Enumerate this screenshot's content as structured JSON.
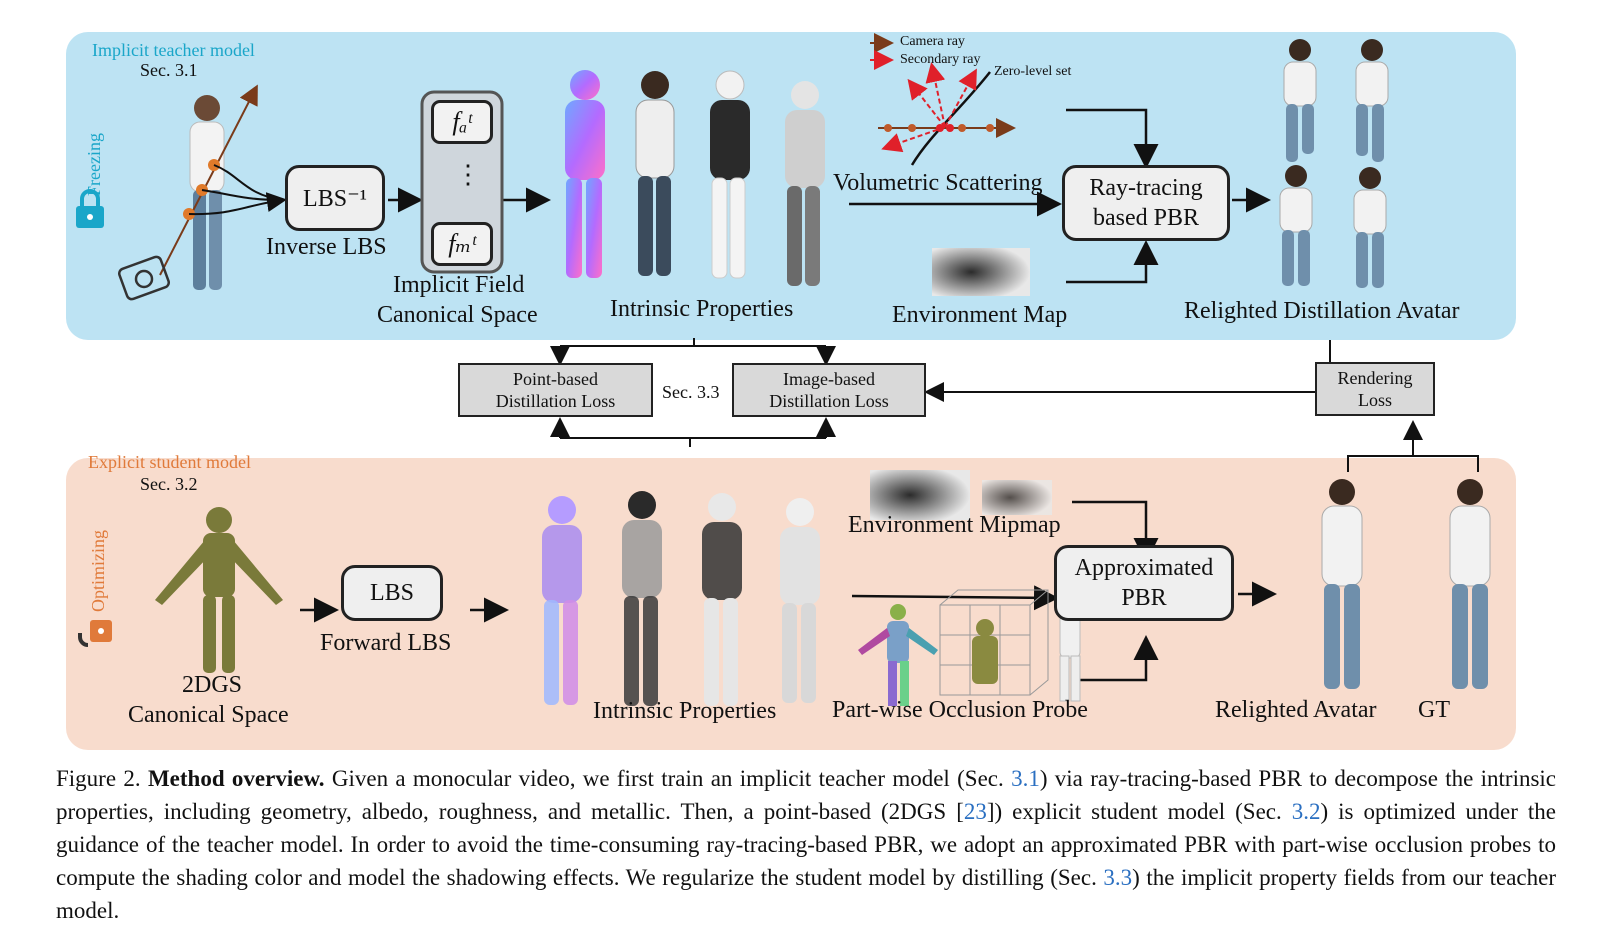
{
  "teacher": {
    "title": "Implicit teacher model",
    "sec": "Sec. 3.1",
    "state": "Freezing",
    "lbs_inv_box": "LBS⁻¹",
    "lbs_inv_caption": "Inverse LBS",
    "field_top": "fₐᵗ",
    "field_dots": "⋮",
    "field_bottom": "fₘᵗ",
    "field_caption_1": "Implicit Field",
    "field_caption_2": "Canonical Space",
    "intrinsic": "Intrinsic Properties",
    "camera_ray": "Camera ray",
    "secondary_ray": "Secondary ray",
    "zero_level": "Zero-level set",
    "volumetric": "Volumetric Scattering",
    "env_map": "Environment Map",
    "pbr_line1": "Ray-tracing",
    "pbr_line2": "based PBR",
    "relit": "Relighted Distillation Avatar"
  },
  "middle": {
    "point_loss_1": "Point-based",
    "point_loss_2": "Distillation Loss",
    "sec": "Sec. 3.3",
    "image_loss_1": "Image-based",
    "image_loss_2": "Distillation Loss",
    "render_loss_1": "Rendering",
    "render_loss_2": "Loss"
  },
  "student": {
    "title": "Explicit student model",
    "sec": "Sec. 3.2",
    "state": "Optimizing",
    "canon_1": "2DGS",
    "canon_2": "Canonical Space",
    "lbs_box": "LBS",
    "lbs_caption": "Forward LBS",
    "intrinsic": "Intrinsic Properties",
    "env_mip": "Environment Mipmap",
    "pbr_line1": "Approximated",
    "pbr_line2": "PBR",
    "probe": "Part-wise Occlusion Probe",
    "relit": "Relighted Avatar",
    "gt": "GT"
  },
  "caption": {
    "fig": "Figure 2.",
    "bold": "Method overview.",
    "t1": " Given a monocular video, we first train an implicit teacher model (Sec. ",
    "r1": "3.1",
    "t2": ") via ray-tracing-based PBR to decompose the intrinsic properties, including geometry, albedo, roughness, and metallic. Then, a point-based (2DGS [",
    "r2": "23",
    "t3": "]) explicit student model (Sec. ",
    "r3": "3.2",
    "t4": ") is optimized under the guidance of the teacher model. In order to avoid the time-consuming ray-tracing-based PBR, we adopt an approximated PBR with part-wise occlusion probes to compute the shading color and model the shadowing effects. We regularize the student model by distilling (Sec. ",
    "r4": "3.3",
    "t5": ") the implicit property fields from our teacher model."
  },
  "colors": {
    "teacher_bg": "#bde3f3",
    "student_bg": "#f8dccd",
    "teacher_accent": "#1aa6c9",
    "student_accent": "#e07a3a",
    "ref_blue": "#2a6fc1"
  }
}
